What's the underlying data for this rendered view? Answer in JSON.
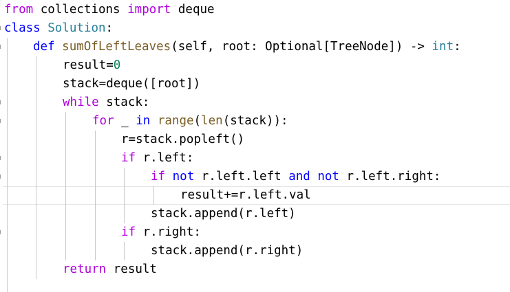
{
  "editor": {
    "colors": {
      "control_keyword": "#af00db",
      "keyword": "#0000ff",
      "type": "#267f99",
      "function": "#795e26",
      "number": "#098658",
      "text": "#000000"
    },
    "lines": [
      {
        "indent": 0,
        "tokens": [
          {
            "t": "kw",
            "v": "from"
          },
          {
            "t": "plain",
            "v": " collections "
          },
          {
            "t": "kw",
            "v": "import"
          },
          {
            "t": "plain",
            "v": " deque"
          }
        ]
      },
      {
        "indent": 0,
        "tokens": [
          {
            "t": "kw2",
            "v": "class"
          },
          {
            "t": "plain",
            "v": " "
          },
          {
            "t": "type",
            "v": "Solution"
          },
          {
            "t": "plain",
            "v": ":"
          }
        ]
      },
      {
        "indent": 1,
        "tokens": [
          {
            "t": "kw2",
            "v": "def"
          },
          {
            "t": "plain",
            "v": " "
          },
          {
            "t": "fn",
            "v": "sumOfLeftLeaves"
          },
          {
            "t": "plain",
            "v": "(self, root: Optional[TreeNode]) -> "
          },
          {
            "t": "type",
            "v": "int"
          },
          {
            "t": "plain",
            "v": ":"
          }
        ]
      },
      {
        "indent": 2,
        "tokens": [
          {
            "t": "plain",
            "v": "result="
          },
          {
            "t": "num",
            "v": "0"
          }
        ]
      },
      {
        "indent": 2,
        "tokens": [
          {
            "t": "plain",
            "v": "stack=deque([root])"
          }
        ]
      },
      {
        "indent": 2,
        "tokens": [
          {
            "t": "kw",
            "v": "while"
          },
          {
            "t": "plain",
            "v": " stack:"
          }
        ]
      },
      {
        "indent": 3,
        "tokens": [
          {
            "t": "kw",
            "v": "for"
          },
          {
            "t": "plain",
            "v": " _ "
          },
          {
            "t": "kw2",
            "v": "in"
          },
          {
            "t": "plain",
            "v": " "
          },
          {
            "t": "fn",
            "v": "range"
          },
          {
            "t": "plain",
            "v": "("
          },
          {
            "t": "fn",
            "v": "len"
          },
          {
            "t": "plain",
            "v": "(stack)):"
          }
        ]
      },
      {
        "indent": 4,
        "tokens": [
          {
            "t": "plain",
            "v": "r=stack.popleft()"
          }
        ]
      },
      {
        "indent": 4,
        "tokens": [
          {
            "t": "kw",
            "v": "if"
          },
          {
            "t": "plain",
            "v": " r.left:"
          }
        ]
      },
      {
        "indent": 5,
        "tokens": [
          {
            "t": "kw",
            "v": "if"
          },
          {
            "t": "plain",
            "v": " "
          },
          {
            "t": "kw2",
            "v": "not"
          },
          {
            "t": "plain",
            "v": " r.left.left "
          },
          {
            "t": "kw2",
            "v": "and"
          },
          {
            "t": "plain",
            "v": " "
          },
          {
            "t": "kw2",
            "v": "not"
          },
          {
            "t": "plain",
            "v": " r.left.right:"
          }
        ]
      },
      {
        "indent": 6,
        "tokens": [
          {
            "t": "plain",
            "v": "result+=r.left.val"
          }
        ]
      },
      {
        "indent": 5,
        "tokens": [
          {
            "t": "plain",
            "v": "stack.append(r.left)"
          }
        ]
      },
      {
        "indent": 4,
        "tokens": [
          {
            "t": "kw",
            "v": "if"
          },
          {
            "t": "plain",
            "v": " r.right:"
          }
        ]
      },
      {
        "indent": 5,
        "tokens": [
          {
            "t": "plain",
            "v": "stack.append(r.right)"
          }
        ]
      },
      {
        "indent": 2,
        "tokens": [
          {
            "t": "kw",
            "v": "return"
          },
          {
            "t": "plain",
            "v": " result"
          }
        ]
      }
    ]
  }
}
